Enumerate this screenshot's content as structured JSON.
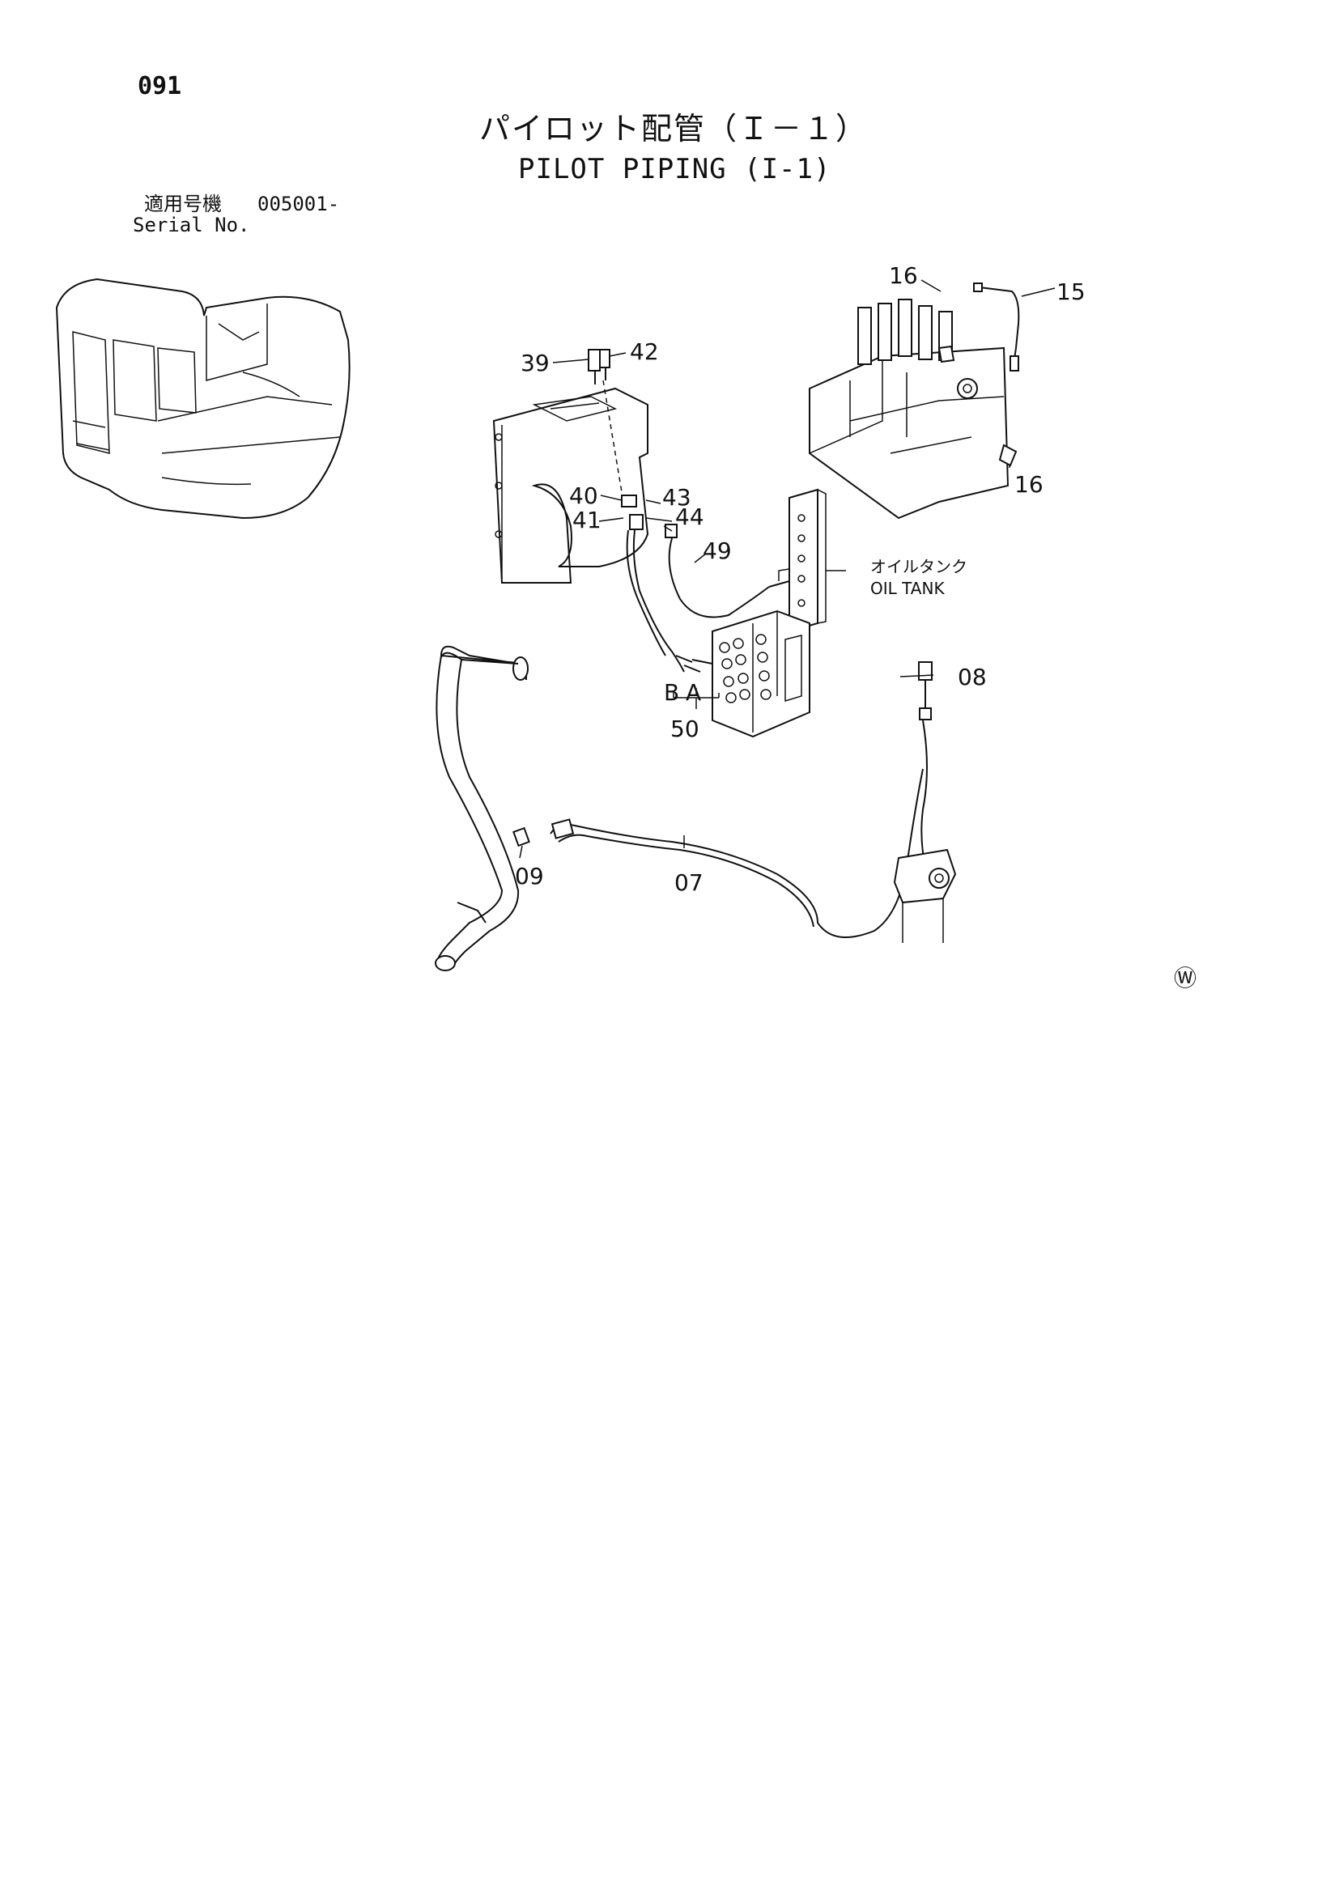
{
  "page_number": "091",
  "title_jp": "パイロット配管（Ｉ－１）",
  "title_en": "PILOT PIPING (I-1)",
  "serial": {
    "label_jp": "適用号機",
    "value": "005001-",
    "label_en": "Serial No."
  },
  "callouts": {
    "p39": "39",
    "p42": "42",
    "p16a": "16",
    "p15": "15",
    "p16b": "16",
    "p40": "40",
    "p43": "43",
    "p41": "41",
    "p44": "44",
    "p49": "49",
    "p08": "08",
    "pB": "B",
    "pA": "A",
    "p50": "50",
    "p09": "09",
    "p07": "07"
  },
  "oil_tank": {
    "jp": "オイルタンク",
    "en": "OIL TANK"
  },
  "mark": "Ⓦ"
}
